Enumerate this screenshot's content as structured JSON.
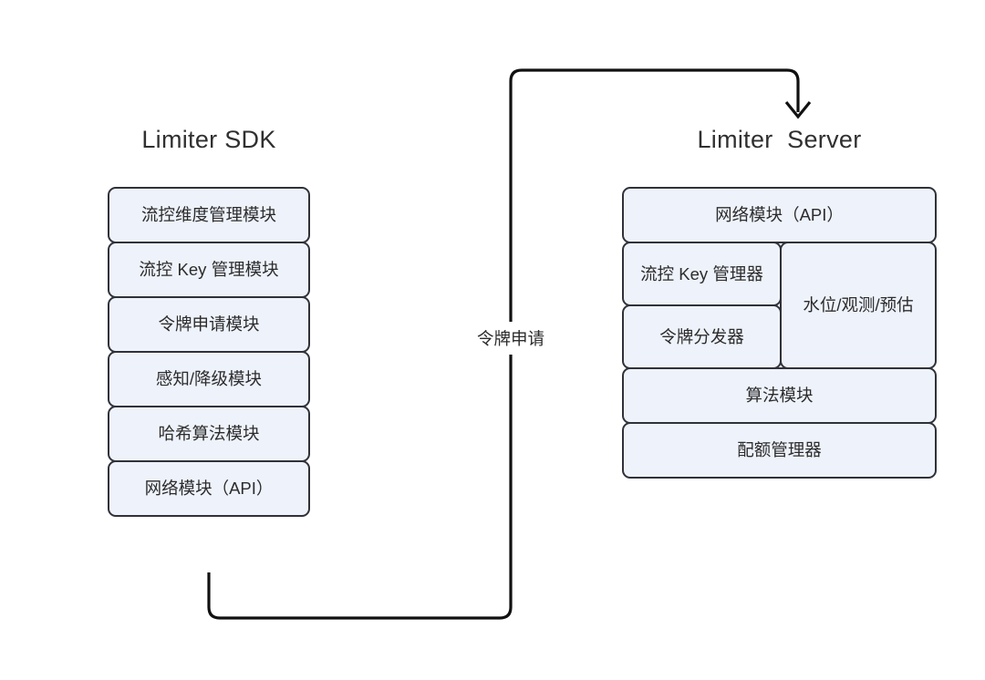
{
  "diagram": {
    "background_color": "#ffffff",
    "box_fill_color": "#eef2fb",
    "box_border_color": "#30323a",
    "connector_color": "#111111",
    "columns": [
      {
        "id": "limiter-sdk",
        "title": "Limiter SDK",
        "modules": [
          {
            "label": "流控维度管理模块"
          },
          {
            "label": "流控 Key 管理模块"
          },
          {
            "label": "令牌申请模块"
          },
          {
            "label": "感知/降级模块"
          },
          {
            "label": "哈希算法模块"
          },
          {
            "label": "网络模块（API）"
          }
        ]
      },
      {
        "id": "limiter-server",
        "title": "Limiter  Server",
        "modules": [
          {
            "label": "网络模块（API）"
          }
        ],
        "nested_group": {
          "left_column": [
            {
              "label": "流控 Key 管理器"
            },
            {
              "label": "令牌分发器"
            }
          ],
          "right_column": [
            {
              "label": "水位/观测/预估"
            }
          ]
        },
        "modules_after": [
          {
            "label": "算法模块"
          },
          {
            "label": "配额管理器"
          }
        ]
      }
    ],
    "connector": {
      "label": "令牌申请",
      "from": "limiter-sdk.网络模块（API）",
      "to": "limiter-server",
      "arrow_style": "open-chevron"
    }
  }
}
